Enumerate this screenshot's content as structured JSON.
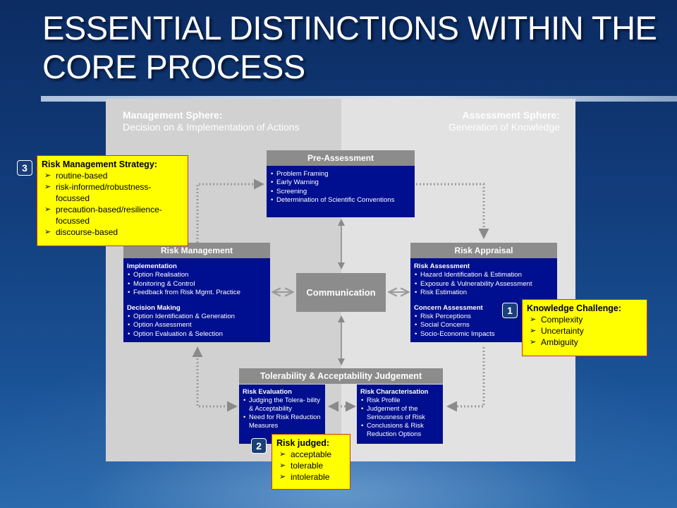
{
  "title": "ESSENTIAL DISTINCTIONS WITHIN THE CORE PROCESS",
  "spheres": {
    "management": {
      "title": "Management Sphere:",
      "subtitle": "Decision on & Implementation of Actions"
    },
    "assessment": {
      "title": "Assessment Sphere:",
      "subtitle": "Generation of Knowledge"
    }
  },
  "pre_assessment": {
    "title": "Pre-Assessment",
    "items": [
      "Problem Framing",
      "Early Warning",
      "Screening",
      "Determination of Scientific Conventions"
    ]
  },
  "risk_management": {
    "title": "Risk Management",
    "implementation": {
      "title": "Implementation",
      "items": [
        "Option Realisation",
        "Monitoring & Control",
        "Feedback from Risk Mgmt. Practice"
      ]
    },
    "decision_making": {
      "title": "Decision Making",
      "items": [
        "Option Identification & Generation",
        "Option Assessment",
        "Option Evaluation & Selection"
      ]
    }
  },
  "risk_appraisal": {
    "title": "Risk Appraisal",
    "risk_assessment": {
      "title": "Risk Assessment",
      "items": [
        "Hazard Identification & Estimation",
        "Exposure & Vulnerability Assessment",
        "Risk Estimation"
      ]
    },
    "concern_assessment": {
      "title": "Concern Assessment",
      "items": [
        "Risk Perceptions",
        "Social Concerns",
        "Socio-Economic Impacts"
      ]
    }
  },
  "communication": {
    "label": "Communication"
  },
  "tolerability": {
    "title": "Tolerability & Acceptability Judgement",
    "risk_evaluation": {
      "title": "Risk Evaluation",
      "items": [
        "Judging the Tolera- bility & Acceptability",
        "Need for Risk Reduction Measures"
      ]
    },
    "risk_characterisation": {
      "title": "Risk Characterisation",
      "items": [
        "Risk Profile",
        "Judgement of the Seriousness of Risk",
        "Conclusions & Risk Reduction Options"
      ]
    }
  },
  "notes": {
    "strategy": {
      "badge": "3",
      "title": "Risk Management Strategy:",
      "items": [
        "routine-based",
        "risk-informed/robustness-focussed",
        "precaution-based/resilience-focussed",
        "discourse-based"
      ]
    },
    "knowledge": {
      "badge": "1",
      "title": "Knowledge Challenge:",
      "items": [
        "Complexity",
        "Uncertainty",
        "Ambiguity"
      ]
    },
    "judged": {
      "badge": "2",
      "title": "Risk judged:",
      "items": [
        "acceptable",
        "tolerable",
        "intolerable"
      ]
    }
  },
  "colors": {
    "box_header": "#8c8c8c",
    "box_body": "#000f8f",
    "note_fill": "#ffff00",
    "management_panel": "#d1d1d1",
    "assessment_panel": "#e2e2e2"
  }
}
